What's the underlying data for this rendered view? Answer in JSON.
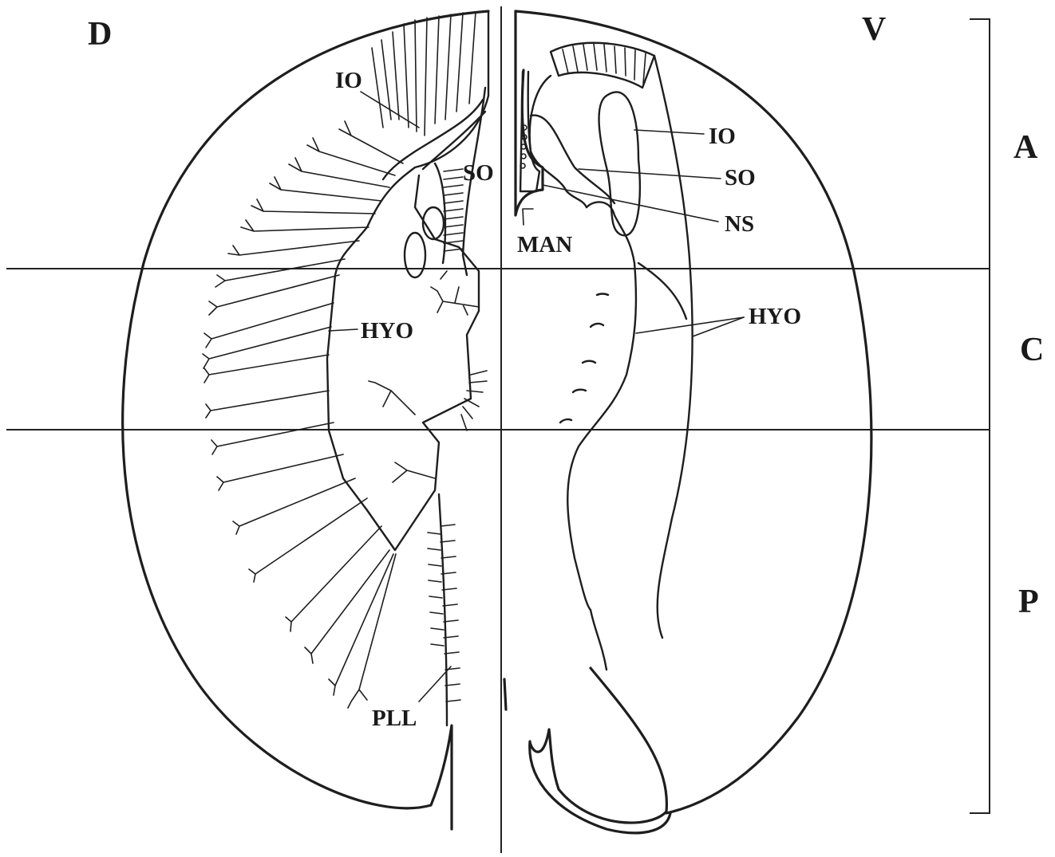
{
  "views": {
    "dorsal": "D",
    "ventral": "V"
  },
  "regions": {
    "anterior": "A",
    "central": "C",
    "posterior": "P"
  },
  "dorsal_labels": {
    "io": "IO",
    "so": "SO",
    "hyo": "HYO",
    "pll": "PLL"
  },
  "ventral_labels": {
    "io": "IO",
    "so": "SO",
    "ns": "NS",
    "man": "MAN",
    "hyo": "HYO"
  },
  "colors": {
    "ink": "#1e1e1e",
    "background": "#ffffff"
  }
}
